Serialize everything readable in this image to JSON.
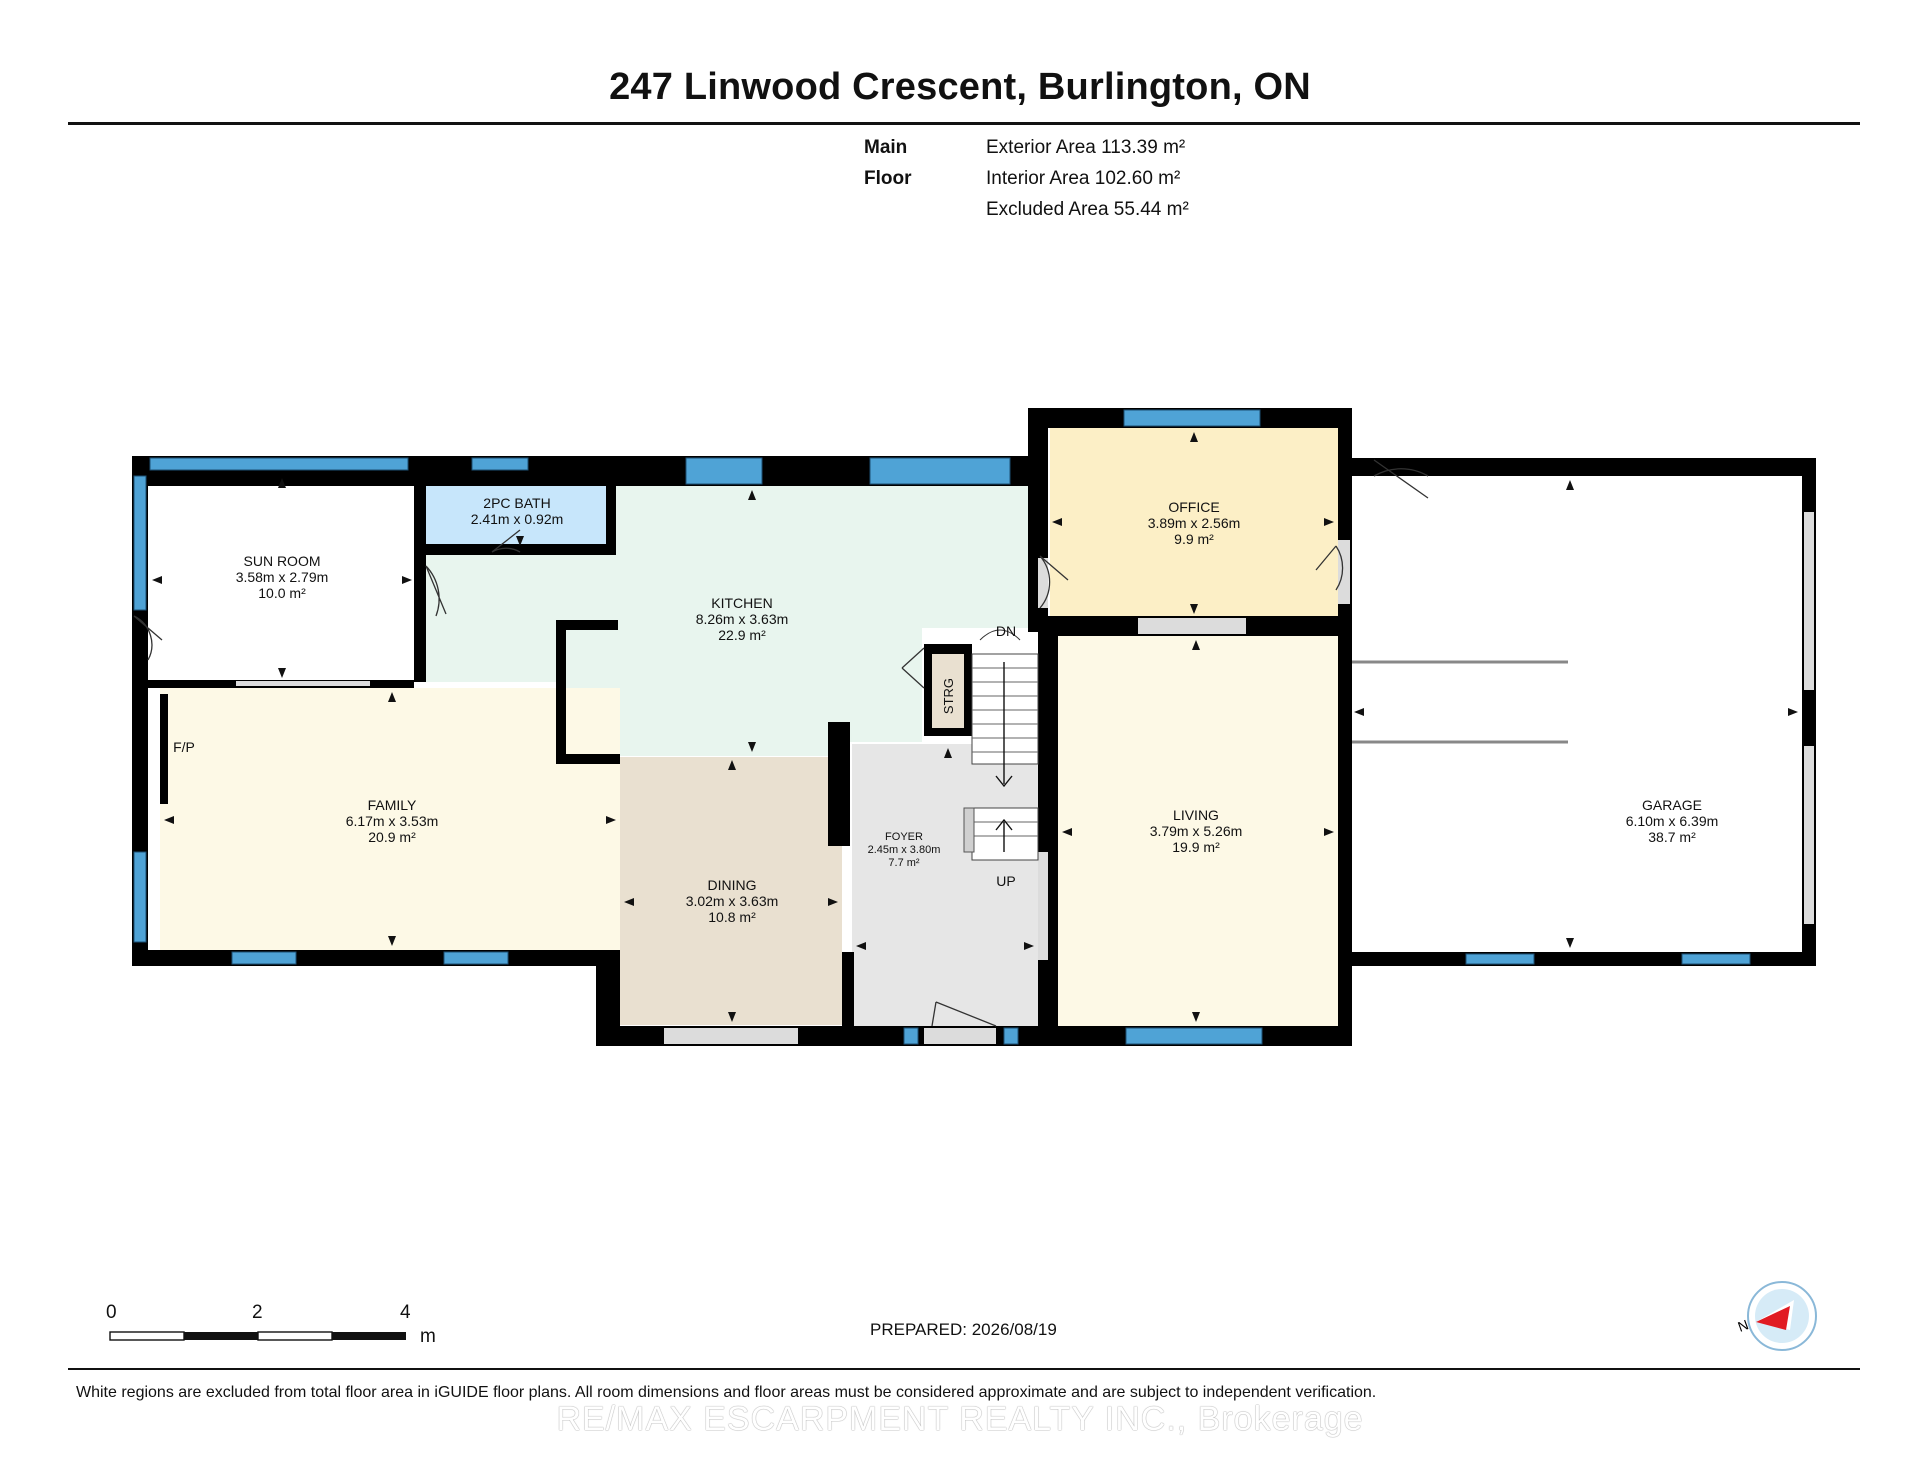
{
  "header": {
    "title": "247 Linwood Crescent, Burlington, ON",
    "floor_name": "Main Floor",
    "exterior_area": "Exterior Area 113.39 m²",
    "interior_area": "Interior Area 102.60 m²",
    "excluded_area": "Excluded Area 55.44 m²"
  },
  "rooms": {
    "sunroom": {
      "name": "SUN ROOM",
      "dims": "3.58m x 2.79m",
      "area": "10.0 m²"
    },
    "bath": {
      "name": "2PC BATH",
      "dims": "2.41m x 0.92m"
    },
    "kitchen": {
      "name": "KITCHEN",
      "dims": "8.26m x 3.63m",
      "area": "22.9 m²"
    },
    "office": {
      "name": "OFFICE",
      "dims": "3.89m x 2.56m",
      "area": "9.9 m²"
    },
    "family": {
      "name": "FAMILY",
      "dims": "6.17m x 3.53m",
      "area": "20.9 m²"
    },
    "dining": {
      "name": "DINING",
      "dims": "3.02m x 3.63m",
      "area": "10.8 m²"
    },
    "foyer": {
      "name": "FOYER",
      "dims": "2.45m x 3.80m",
      "area": "7.7 m²"
    },
    "living": {
      "name": "LIVING",
      "dims": "3.79m x 5.26m",
      "area": "19.9 m²"
    },
    "garage": {
      "name": "GARAGE",
      "dims": "6.10m x 6.39m",
      "area": "38.7 m²"
    }
  },
  "labels": {
    "fireplace": "F/P",
    "storage": "STRG",
    "stairs_down": "DN",
    "stairs_up": "UP",
    "compass_north": "N"
  },
  "scale_bar": {
    "ticks": [
      "0",
      "2",
      "4"
    ],
    "unit": "m"
  },
  "colors": {
    "wall": "#000000",
    "window": "#4fa3d6",
    "sunroom": "#ffffff",
    "bath": "#c7e6fb",
    "kitchen": "#e8f5ee",
    "office": "#fcefc6",
    "family": "#fdf9e6",
    "dining": "#e9e0d0",
    "foyer": "#e6e6e6",
    "living": "#fdf9e6",
    "garage": "#ffffff",
    "compass_needle": "#e11b22",
    "compass_ring": "#8ab8d8"
  },
  "footer": {
    "prepared": "PREPARED: 2026/08/19",
    "disclaimer": "White regions are excluded from total floor area in iGUIDE floor plans. All room dimensions and floor areas must be considered approximate and are subject to independent verification.",
    "watermark": "RE/MAX ESCARPMENT REALTY INC., Brokerage"
  }
}
